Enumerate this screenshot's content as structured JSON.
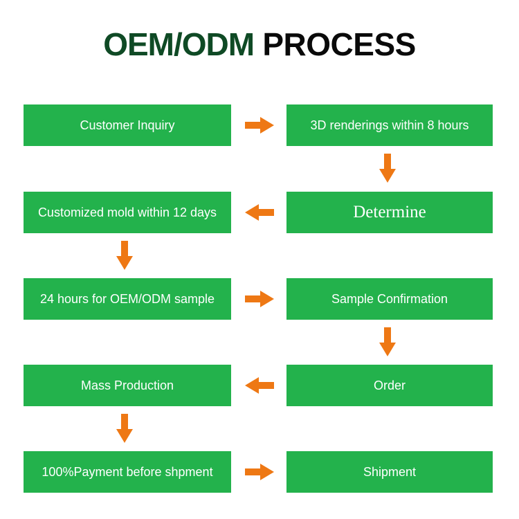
{
  "title": {
    "accent_text": "OEM/ODM",
    "rest_text": " PROCESS",
    "accent_color": "#0f4a25",
    "rest_color": "#0a0a0a"
  },
  "colors": {
    "box_green": "#23b24c",
    "arrow_orange": "#ee7814",
    "box_text": "#ffffff",
    "background": "#ffffff"
  },
  "chart_data": {
    "type": "diagram",
    "title": "OEM/ODM PROCESS",
    "layout": "two-column serpentine flowchart, 5 rows",
    "nodes": [
      {
        "id": "n1",
        "label": "Customer Inquiry",
        "column": "left",
        "row": 1
      },
      {
        "id": "n2",
        "label": "3D renderings within 8 hours",
        "column": "right",
        "row": 1
      },
      {
        "id": "n3",
        "label": "Determine",
        "column": "right",
        "row": 2
      },
      {
        "id": "n4",
        "label": "Customized mold within 12 days",
        "column": "left",
        "row": 2
      },
      {
        "id": "n5",
        "label": "24 hours for OEM/ODM sample",
        "column": "left",
        "row": 3
      },
      {
        "id": "n6",
        "label": "Sample Confirmation",
        "column": "right",
        "row": 3
      },
      {
        "id": "n7",
        "label": "Order",
        "column": "right",
        "row": 4
      },
      {
        "id": "n8",
        "label": "Mass Production",
        "column": "left",
        "row": 4
      },
      {
        "id": "n9",
        "label": "100%Payment before shpment",
        "column": "left",
        "row": 5
      },
      {
        "id": "n10",
        "label": "Shipment",
        "column": "right",
        "row": 5
      }
    ],
    "edges": [
      {
        "from": "n1",
        "to": "n2",
        "direction": "right"
      },
      {
        "from": "n2",
        "to": "n3",
        "direction": "down"
      },
      {
        "from": "n3",
        "to": "n4",
        "direction": "left"
      },
      {
        "from": "n4",
        "to": "n5",
        "direction": "down"
      },
      {
        "from": "n5",
        "to": "n6",
        "direction": "right"
      },
      {
        "from": "n6",
        "to": "n7",
        "direction": "down"
      },
      {
        "from": "n7",
        "to": "n8",
        "direction": "left"
      },
      {
        "from": "n8",
        "to": "n9",
        "direction": "down"
      },
      {
        "from": "n9",
        "to": "n10",
        "direction": "right"
      }
    ]
  },
  "rows": [
    {
      "left_label": "Customer Inquiry",
      "right_label": "3D renderings within 8 hours",
      "arrow_direction": "right",
      "arrow_icon": "arrow-right-icon"
    },
    {
      "left_label": "Customized mold within 12 days",
      "right_label": "Determine",
      "arrow_direction": "left",
      "arrow_icon": "arrow-left-icon"
    },
    {
      "left_label": "24 hours for OEM/ODM sample",
      "right_label": "Sample Confirmation",
      "arrow_direction": "right",
      "arrow_icon": "arrow-right-icon"
    },
    {
      "left_label": "Mass Production",
      "right_label": "Order",
      "arrow_direction": "left",
      "arrow_icon": "arrow-left-icon"
    },
    {
      "left_label": "100%Payment before shpment",
      "right_label": "Shipment",
      "arrow_direction": "right",
      "arrow_icon": "arrow-right-icon"
    }
  ],
  "vertical_arrows": [
    {
      "column": "right",
      "between_rows": "1-2",
      "icon": "arrow-down-icon"
    },
    {
      "column": "left",
      "between_rows": "2-3",
      "icon": "arrow-down-icon"
    },
    {
      "column": "right",
      "between_rows": "3-4",
      "icon": "arrow-down-icon"
    },
    {
      "column": "left",
      "between_rows": "4-5",
      "icon": "arrow-down-icon"
    }
  ]
}
